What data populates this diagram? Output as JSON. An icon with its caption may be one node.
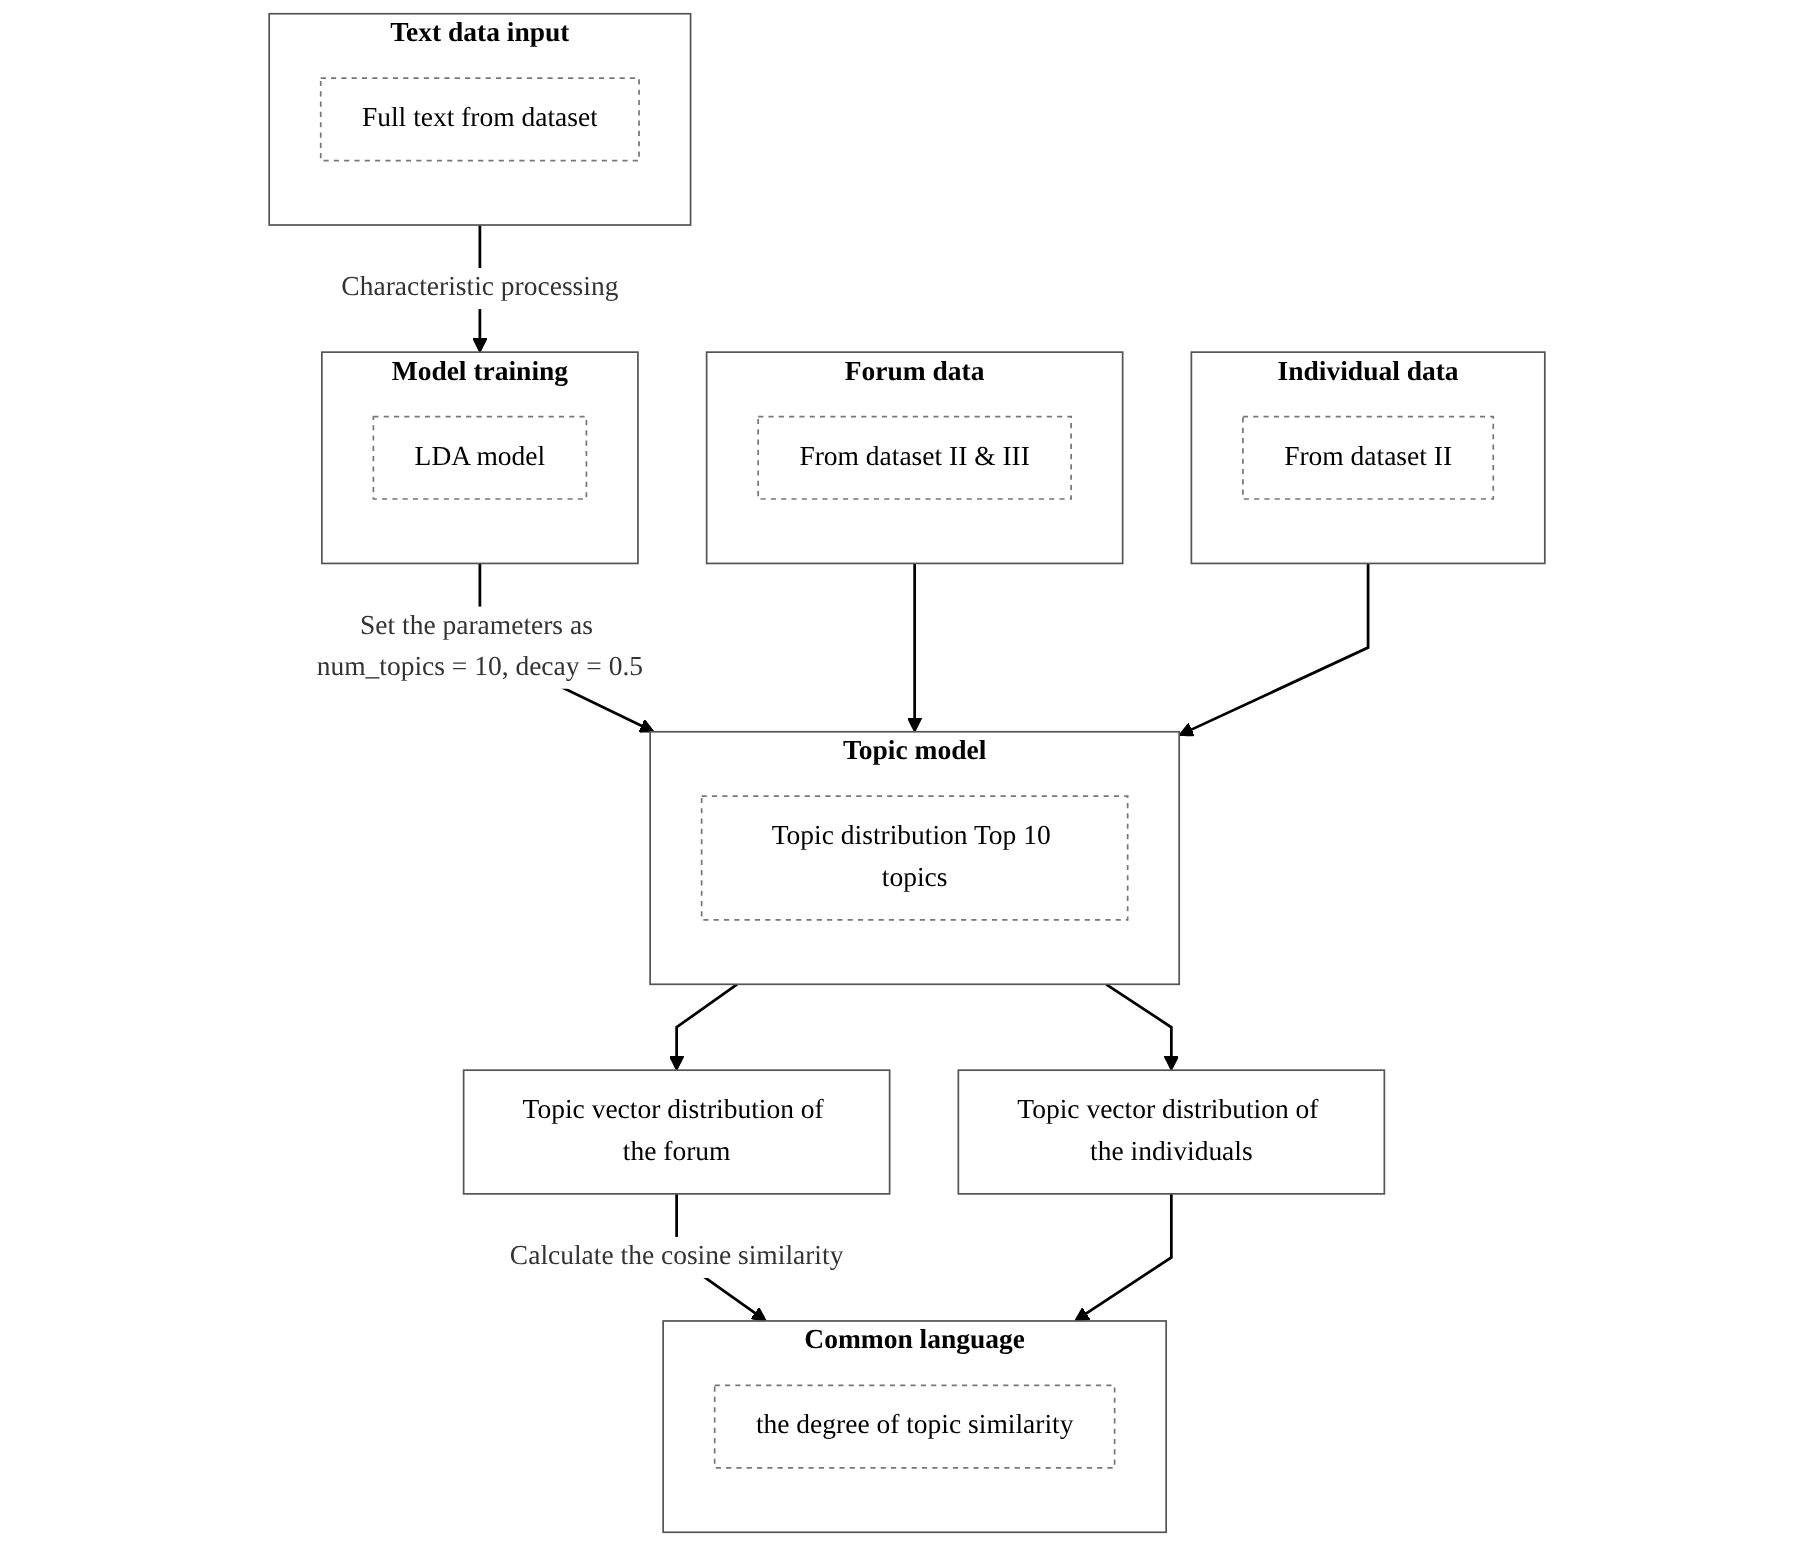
{
  "diagram": {
    "nodes": [
      {
        "text": [
          "Text data input"
        ]
      },
      {
        "text": [
          "Full text from dataset"
        ],
        "in": 0
      },
      {
        "text": [
          "Model training"
        ]
      },
      {
        "text": [
          "LDA model"
        ],
        "in": 2
      },
      {
        "text": [
          "Forum data"
        ]
      },
      {
        "text": [
          "From dataset II & III"
        ],
        "in": 4
      },
      {
        "text": [
          "Topic model"
        ]
      },
      {
        "text": [
          "Topic distribution Top 10 topics"
        ],
        "in": 6
      },
      {
        "text": [
          "Individual data"
        ]
      },
      {
        "text": [
          "From dataset II"
        ],
        "in": 8
      },
      {
        "text": [
          "Topic vector distribution of the forum"
        ]
      },
      {
        "text": [
          "Topic vector distribution of the individuals"
        ]
      },
      {
        "text": [
          "Common language"
        ]
      },
      {
        "text": [
          "the degree of topic similarity"
        ],
        "in": 12
      }
    ],
    "edges": [
      {
        "from": 0,
        "to": 2,
        "arrow": "to",
        "label": "Characteristic processing"
      },
      {
        "from": 2,
        "to": 6,
        "arrow": "to",
        "label": "Set the parameters as num_topics = 10, decay = 0.5"
      },
      {
        "from": 4,
        "to": 6,
        "arrow": "to"
      },
      {
        "from": 8,
        "to": 6,
        "arrow": "to"
      },
      {
        "from": 6,
        "to": 10,
        "arrow": "to"
      },
      {
        "from": 6,
        "to": 11,
        "arrow": "to"
      },
      {
        "from": 10,
        "to": 12,
        "arrow": "to",
        "label": "Calculate the cosine similarity"
      },
      {
        "from": 11,
        "to": 12,
        "arrow": "to"
      }
    ]
  }
}
